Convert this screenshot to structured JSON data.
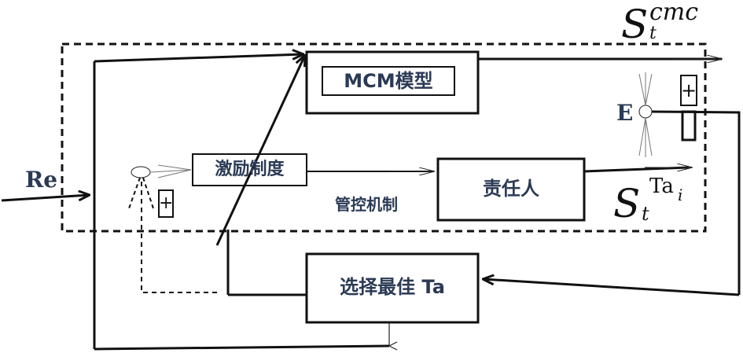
{
  "nodes": {
    "mcm": "MCM模型",
    "incentive": "激励制度",
    "responsible": "责任人",
    "select": "选择最佳 Ta",
    "control": "管控机制"
  },
  "signals": {
    "input": "Re",
    "error": "E",
    "output_top_base": "S",
    "output_top_sup": "cmc",
    "output_top_sub": "t",
    "output_bottom_base": "S",
    "output_bottom_sup": "Ta",
    "output_bottom_sup_sub": "i",
    "output_bottom_sub": "t"
  },
  "signs": {
    "junction_right": "+",
    "junction_left": "+"
  }
}
